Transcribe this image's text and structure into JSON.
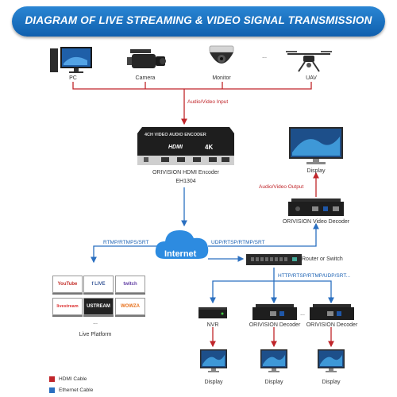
{
  "title": "DIAGRAM OF LIVE STREAMING & VIDEO SIGNAL TRANSMISSION",
  "sources": [
    {
      "label": "PC",
      "icon": "pc-icon"
    },
    {
      "label": "Camera",
      "icon": "camera-icon"
    },
    {
      "label": "Monitor",
      "icon": "dome-camera-icon"
    },
    {
      "label": "UAV",
      "icon": "drone-icon"
    }
  ],
  "ellipsis_top": "...",
  "audio_video_input": "Audio/Video Input",
  "encoder": {
    "front_text": "4CH VIDEO AUDIO ENCODER",
    "brand_badge": "HDMI",
    "badge_4k": "4K",
    "name": "ORIVISION HDMI Encoder",
    "model": "EH1304"
  },
  "display_top": "Display",
  "audio_video_output": "Audio/Video Output",
  "decoder_right": "ORIVISION Video Decoder",
  "protocol_left": "RTMP/RTMPS/SRT",
  "protocol_right": "UDP/RTSP/RTMP/SRT",
  "internet": "Internet",
  "router": "Router or Switch",
  "protocol_bottom": "HTTP/RTSP/RTMP/UDP/SRT...",
  "platforms": [
    "YouTube",
    "f LIVE",
    "twitch",
    "livestream",
    "USTREAM",
    "WOWZA"
  ],
  "platform_ellipsis": "...",
  "live_platform": "Live Platform",
  "nvr": "NVR",
  "decoder_a": "ORIVISION Decoder",
  "decoder_b": "ORIVISION Decoder",
  "ellipsis_bottom": "...",
  "displays_bottom": [
    "Display",
    "Display",
    "Display"
  ],
  "legend": {
    "hdmi": "HDMI Cable",
    "ethernet": "Ethernet Cable"
  },
  "colors": {
    "hdmi": "#c0252a",
    "ethernet": "#2a6fc0",
    "banner": "#1668bd"
  }
}
